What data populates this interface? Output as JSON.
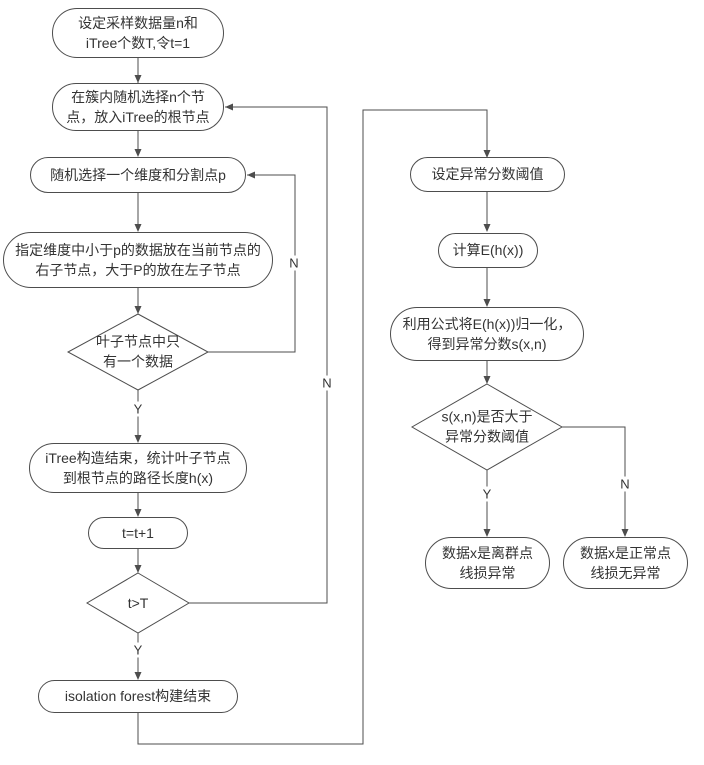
{
  "diagram": {
    "background_color": "#ffffff",
    "line_color": "#4d4d4d",
    "text_color": "#333333",
    "nodes": [
      {
        "id": "set-sample-params",
        "shape": "stadium",
        "text": "设定采样数据量n和\niTree个数T,令t=1"
      },
      {
        "id": "select-root-nodes",
        "shape": "stadium",
        "text": "在簇内随机选择n个节\n点，放入iTree的根节点"
      },
      {
        "id": "select-dimension-split",
        "shape": "stadium",
        "text": "随机选择一个维度和分割点p"
      },
      {
        "id": "split-data",
        "shape": "stadium",
        "text": "指定维度中小于p的数据放在当前节点的\n右子节点，大于P的放在左子节点"
      },
      {
        "id": "leaf-single-check",
        "shape": "diamond",
        "text": "叶子节点中只\n有一个数据"
      },
      {
        "id": "itree-built",
        "shape": "stadium",
        "text": "iTree构造结束，统计叶子节点\n到根节点的路径长度h(x)"
      },
      {
        "id": "increment-t",
        "shape": "stadium",
        "text": "t=t+1"
      },
      {
        "id": "t-greater-check",
        "shape": "diamond",
        "text": "t>T"
      },
      {
        "id": "forest-built",
        "shape": "stadium",
        "text": "isolation forest构建结束"
      },
      {
        "id": "set-threshold",
        "shape": "stadium",
        "text": "设定异常分数阈值"
      },
      {
        "id": "compute-expectation",
        "shape": "stadium",
        "text": "计算E(h(x))"
      },
      {
        "id": "normalize-score",
        "shape": "stadium",
        "text": "利用公式将E(h(x))归一化，\n得到异常分数s(x,n)"
      },
      {
        "id": "score-threshold-check",
        "shape": "diamond",
        "text": "s(x,n)是否大于\n异常分数阈值"
      },
      {
        "id": "outlier-result",
        "shape": "stadium",
        "text": "数据x是离群点\n线损异常"
      },
      {
        "id": "normal-result",
        "shape": "stadium",
        "text": "数据x是正常点\n线损无异常"
      }
    ],
    "edge_labels": [
      {
        "id": "leaf-no",
        "text": "N"
      },
      {
        "id": "leaf-yes",
        "text": "Y"
      },
      {
        "id": "t-no",
        "text": "N"
      },
      {
        "id": "t-yes",
        "text": "Y"
      },
      {
        "id": "score-yes",
        "text": "Y"
      },
      {
        "id": "score-no",
        "text": "N"
      }
    ]
  }
}
